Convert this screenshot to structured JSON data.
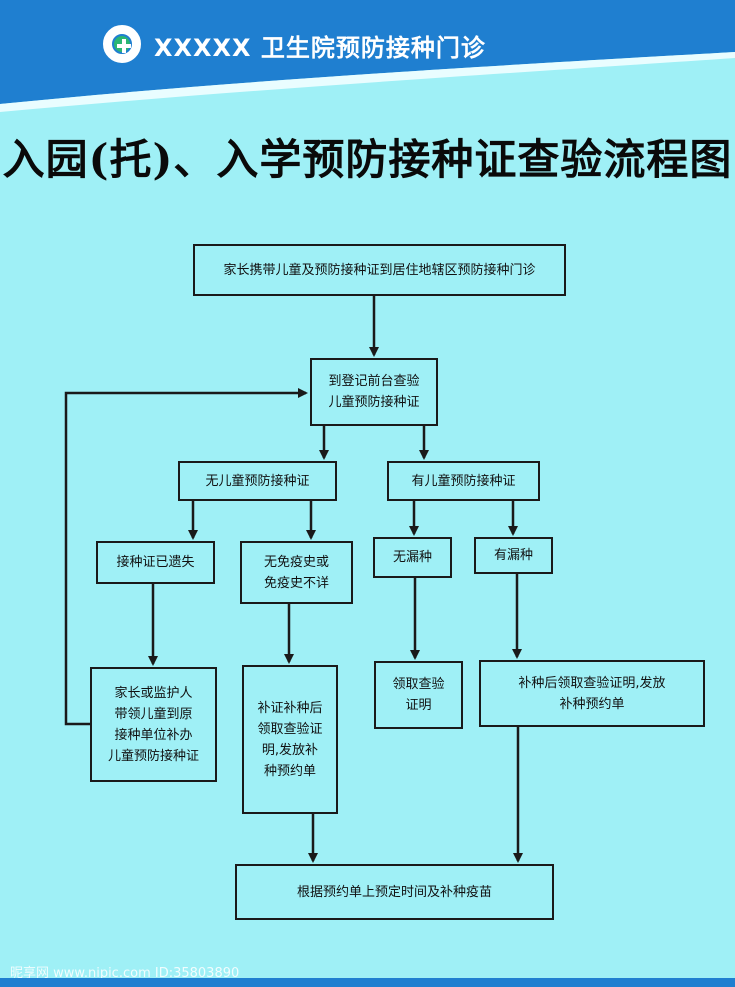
{
  "header": {
    "title": "XXXXX 卫生院预防接种门诊",
    "logo_icon": "clinic-logo-icon"
  },
  "main_title": "入园(托)、入学预防接种证查验流程图",
  "flowchart": {
    "start": "家长携带儿童及预防接种证到居住地辖区预防接种门诊",
    "check": "到登记前台查验\n儿童预防接种证",
    "no_cert": "无儿童预防接种证",
    "has_cert": "有儿童预防接种证",
    "lost_cert": "接种证已遗失",
    "no_history": "无免疫史或\n免疫史不详",
    "no_missed": "无漏种",
    "missed": "有漏种",
    "reissue": "家长或监护人\n带领儿童到原\n接种单位补办\n儿童预防接种证",
    "catchup_cert": "补证补种后\n领取查验证\n明,发放补\n种预约单",
    "get_proof": "领取查验\n证明",
    "catchup_proof": "补种后领取查验证明,发放\n补种预约单",
    "final": "根据预约单上预定时间及补种疫苗"
  },
  "watermark": "昵享网 www.nipic.com  ID:35803890",
  "colors": {
    "background": "#9ff0f6",
    "header_blue": "#1f7fd0",
    "line": "#1a1a1a"
  }
}
